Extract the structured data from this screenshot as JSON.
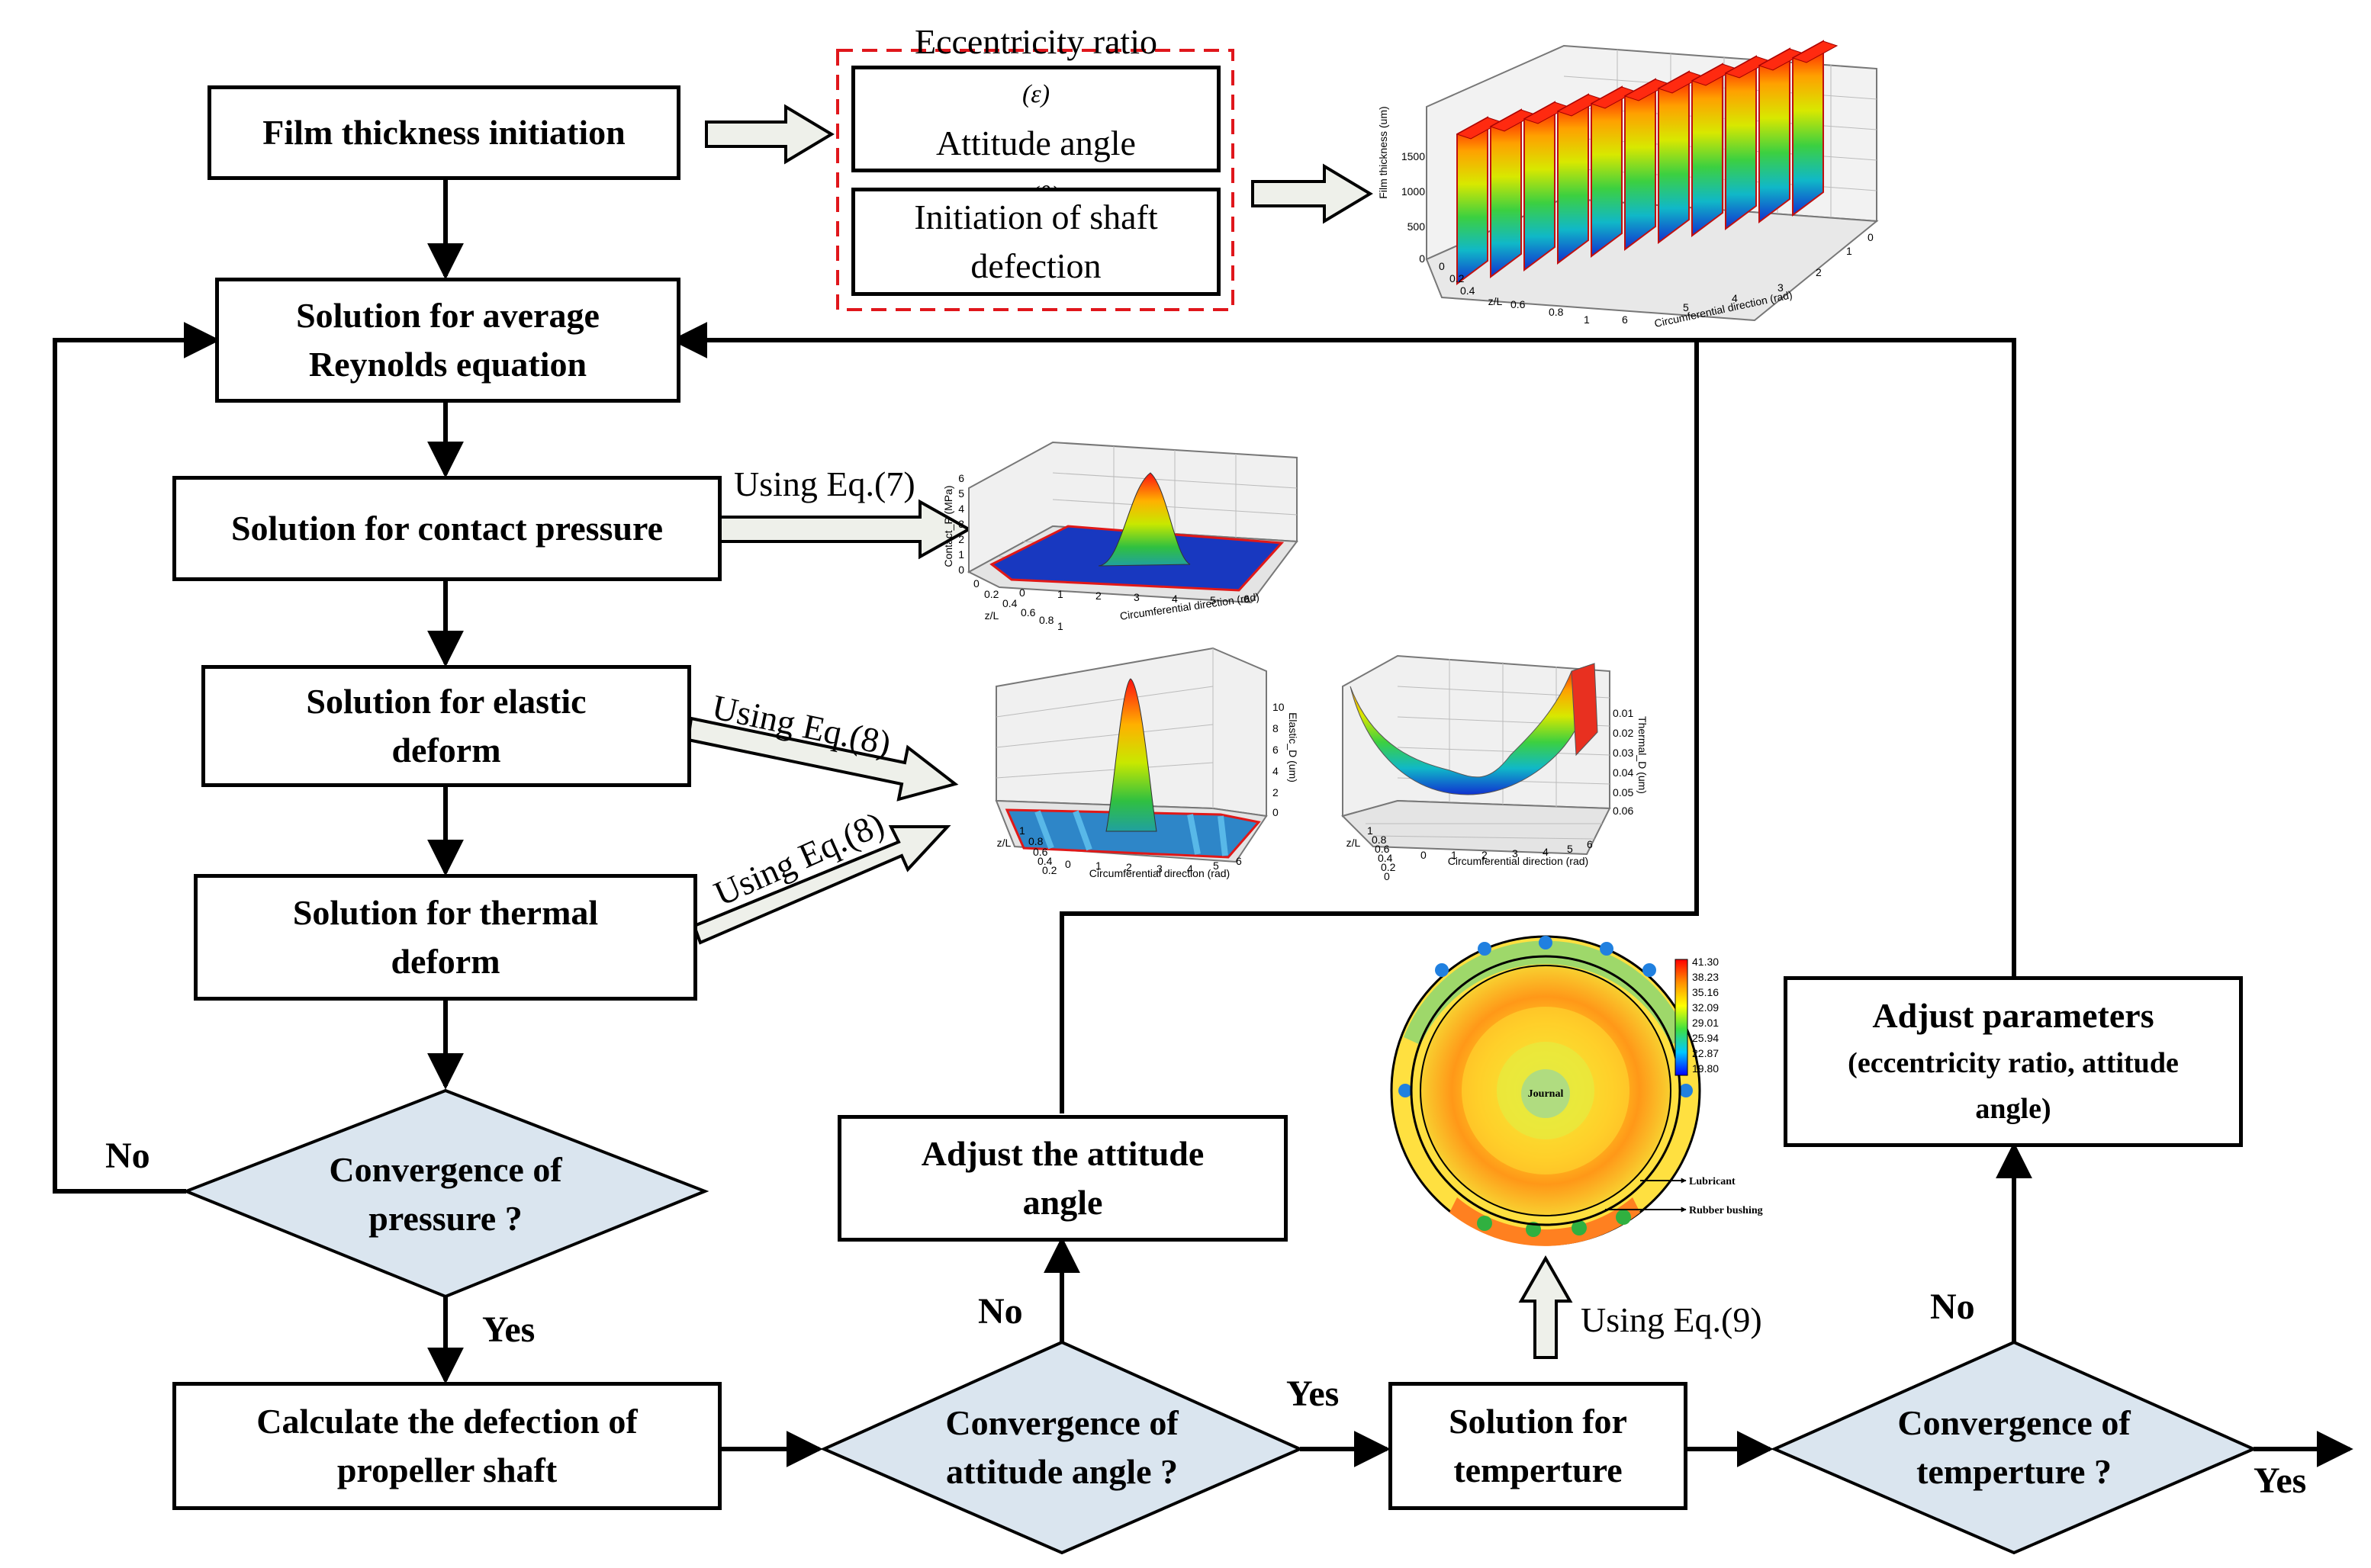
{
  "steps": {
    "film_init": "Film thickness initiation",
    "reynolds_line1": "Solution for average",
    "reynolds_line2": "Reynolds equation",
    "contact": "Solution for contact pressure",
    "elastic_line1": "Solution for elastic",
    "elastic_line2": "deform",
    "thermal_line1": "Solution for thermal",
    "thermal_line2": "deform",
    "conv_pressure_line1": "Convergence of",
    "conv_pressure_line2": "pressure ?",
    "deflection_line1": "Calculate the defection of",
    "deflection_line2": "propeller shaft",
    "conv_attitude_line1": "Convergence of",
    "conv_attitude_line2": "attitude angle ?",
    "adjust_attitude_line1": "Adjust the attitude",
    "adjust_attitude_line2": "angle",
    "temperature_line1": "Solution for",
    "temperature_line2": "temperture",
    "conv_temp_line1": "Convergence of",
    "conv_temp_line2": "temperture ?",
    "adjust_params_line1": "Adjust parameters",
    "adjust_params_line2": "(eccentricity ratio, attitude",
    "adjust_params_line3": "angle)"
  },
  "init_params": {
    "eccentricity": "Eccentricity ratio",
    "eccentricity_symbol": "(ε)",
    "attitude": "Attitude angle",
    "attitude_symbol": "(θ)",
    "shaft_line1": "Initiation of shaft",
    "shaft_line2": "defection"
  },
  "labels": {
    "no_pressure": "No",
    "yes_pressure": "Yes",
    "no_attitude": "No",
    "yes_attitude": "Yes",
    "no_temp": "No",
    "yes_temp": "Yes"
  },
  "equations": {
    "eq7": "Using Eq.(7)",
    "eq8_elastic": "Using Eq.(8)",
    "eq8_thermal": "Using Eq.(8)",
    "eq9": "Using Eq.(9)"
  },
  "plots": {
    "film": {
      "y_axis": "Film thickness (um)",
      "x_axis": "Circumferential direction (rad)",
      "z_axis": "z/L",
      "y_ticks": [
        "1500",
        "1000",
        "500",
        "0"
      ],
      "z_ticks": [
        "0",
        "0.2",
        "0.4",
        "0.6",
        "0.8",
        "1"
      ],
      "x_ticks": [
        "6",
        "5",
        "4",
        "3",
        "2",
        "1",
        "0"
      ]
    },
    "contact": {
      "y_axis": "Contact_P (MPa)",
      "x_axis": "Circumferential direction (rad)",
      "z_axis": "z/L",
      "y_ticks": [
        "6",
        "5",
        "4",
        "3",
        "2",
        "1",
        "0"
      ],
      "z_ticks": [
        "0",
        "0.2",
        "0.4",
        "0.6",
        "0.8",
        "1"
      ],
      "x_ticks": [
        "0",
        "1",
        "2",
        "3",
        "4",
        "5",
        "6"
      ]
    },
    "elastic": {
      "y_axis": "Elastic_D (um)",
      "x_axis": "Circumferential direction (rad)",
      "z_axis": "z/L",
      "y_ticks": [
        "10",
        "8",
        "6",
        "4",
        "2",
        "0"
      ],
      "z_ticks": [
        "1",
        "0.8",
        "0.6",
        "0.4",
        "0.2"
      ],
      "x_ticks": [
        "0",
        "1",
        "2",
        "3",
        "4",
        "5",
        "6"
      ]
    },
    "thermal": {
      "y_axis": "Thermal_D (um)",
      "x_axis": "Circumferential direction (rad)",
      "z_axis": "z/L",
      "y_ticks": [
        "0.01",
        "0.02",
        "0.03",
        "0.04",
        "0.05",
        "0.06"
      ],
      "z_ticks": [
        "1",
        "0.8",
        "0.6",
        "0.4",
        "0.2",
        "0"
      ],
      "x_ticks": [
        "0",
        "1",
        "2",
        "3",
        "4",
        "5",
        "6"
      ]
    },
    "temperature": {
      "legend": [
        "41.30",
        "38.23",
        "35.16",
        "32.09",
        "29.01",
        "25.94",
        "22.87",
        "19.80"
      ],
      "journal": "Journal",
      "lubricant": "Lubricant",
      "bushing": "Rubber bushing"
    }
  },
  "colors": {
    "decision_fill": "#dae5ef",
    "dashed_border": "#e0161b",
    "hollow_arrow_fill": "#eef0ea"
  }
}
